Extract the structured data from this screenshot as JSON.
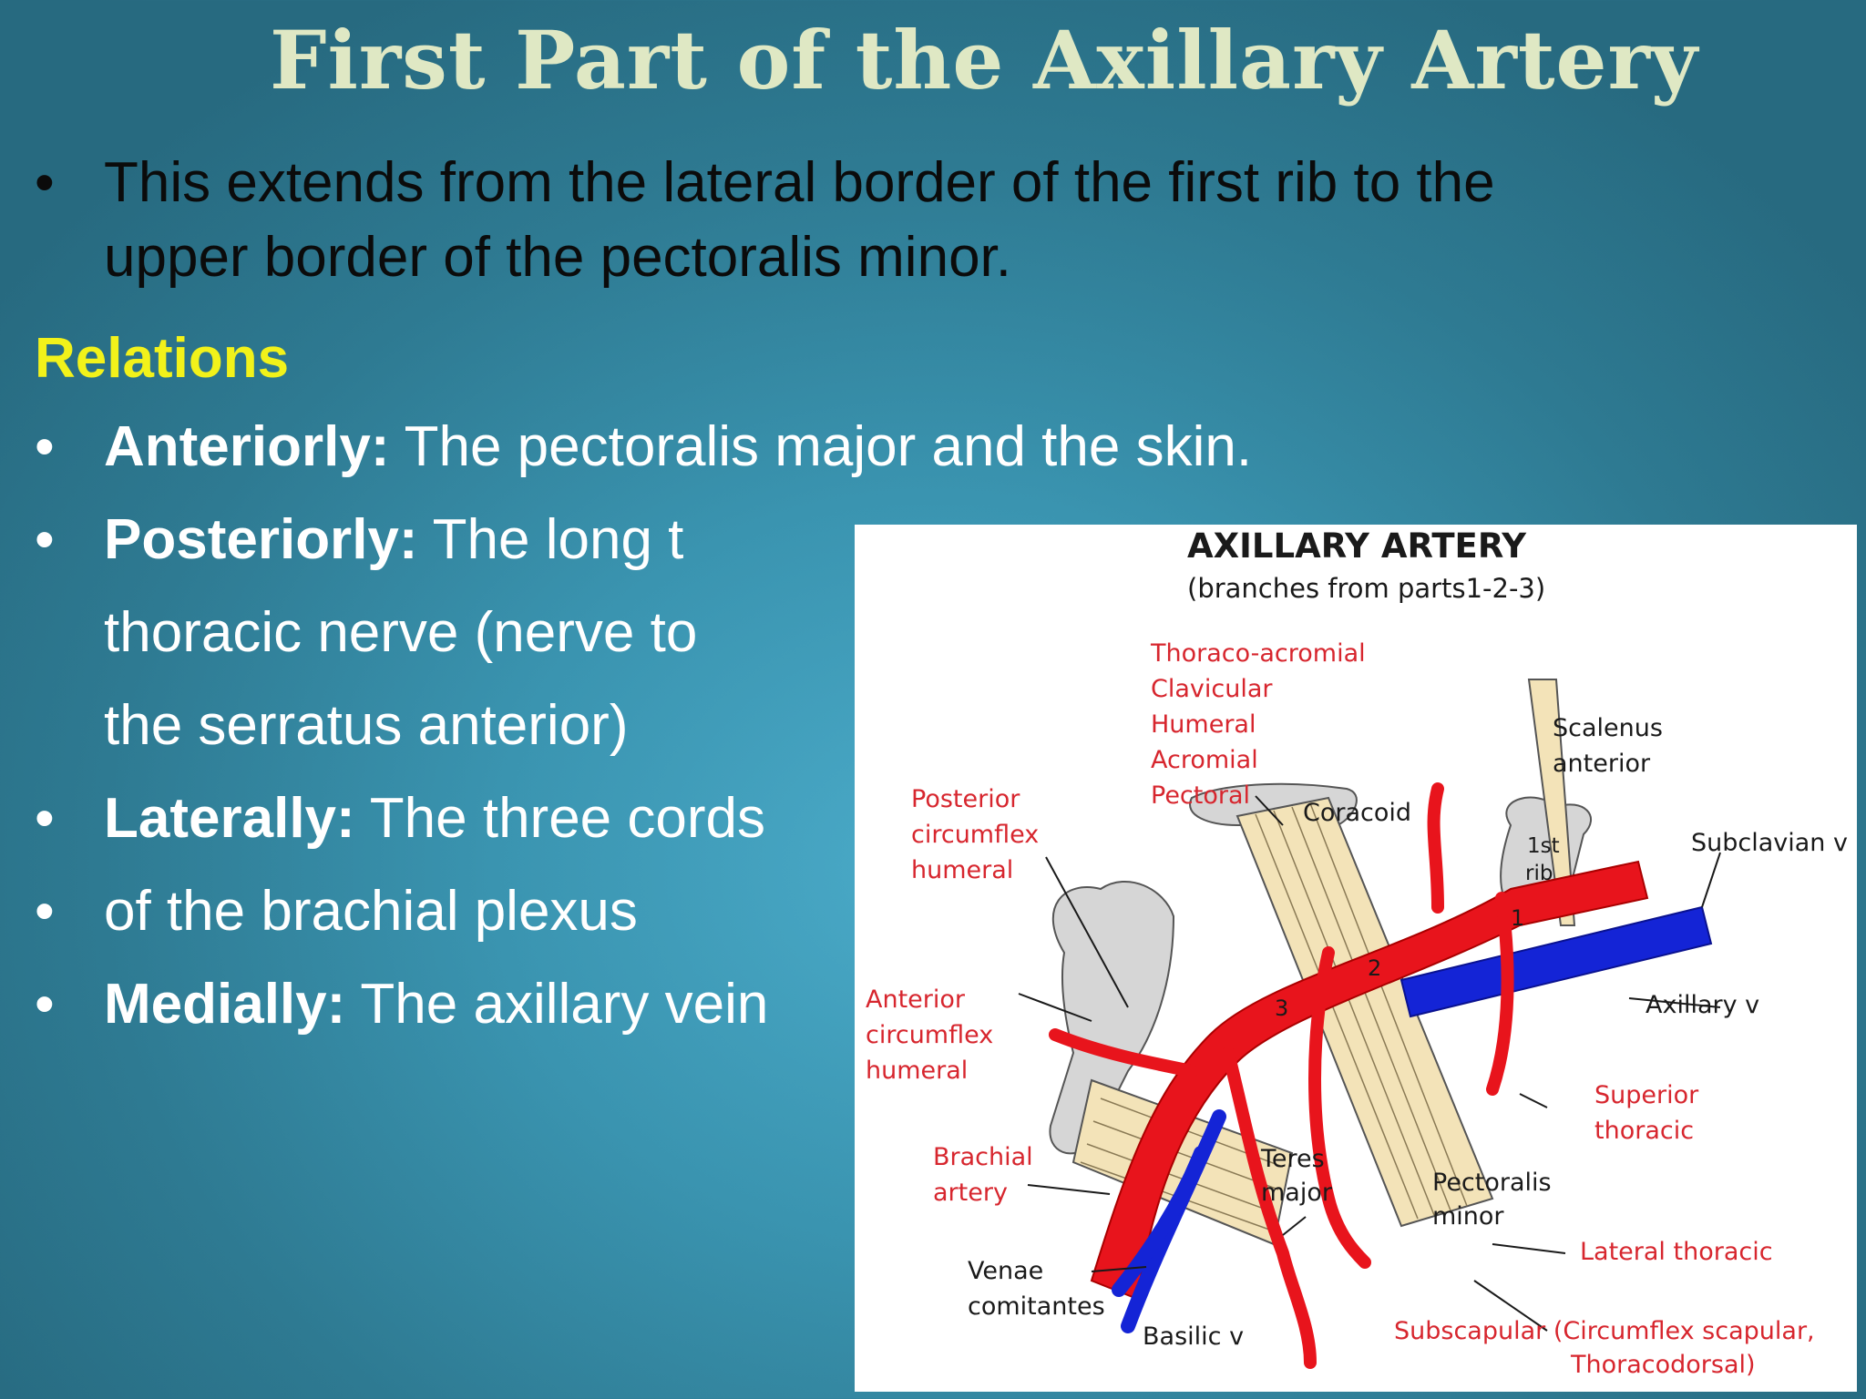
{
  "title": "First Part of the Axillary Artery",
  "intro": {
    "line1": "This extends from the lateral border of the first rib  to the",
    "line2": "upper border of the pectoralis minor."
  },
  "relations_heading": "Relations",
  "relations": [
    {
      "label": "Anteriorly:",
      "text": " The pectoralis major and the skin."
    },
    {
      "label": "Posteriorly:",
      "text": " The long t",
      "cont1": "thoracic nerve (nerve to",
      "cont2": "the  serratus anterior)"
    },
    {
      "label": "Laterally:",
      "text": " The three cords"
    },
    {
      "label": "",
      "text": "of the brachial plexus"
    },
    {
      "label": "Medially:",
      "text": " The axillary vein"
    }
  ],
  "bullet_char": "•",
  "diagram": {
    "title": "AXILLARY ARTERY",
    "subtitle": "(branches from parts1-2-3)",
    "labels": {
      "thoraco1": "Thoraco-acromial",
      "thoraco2": "Clavicular",
      "thoraco3": "Humeral",
      "thoraco4": "Acromial",
      "thoraco5": "Pectoral",
      "scalenus1": "Scalenus",
      "scalenus2": "anterior",
      "subclavian": "Subclavian v",
      "postcirc1": "Posterior",
      "postcirc2": "circumflex",
      "postcirc3": "humeral",
      "coracoid": "Coracoid",
      "rib1": "1st",
      "rib2": "rib",
      "part1": "1",
      "part2": "2",
      "part3": "3",
      "axillaryv": "Axillary v",
      "antcirc1": "Anterior",
      "antcirc2": "circumflex",
      "antcirc3": "humeral",
      "supthor1": "Superior",
      "supthor2": "thoracic",
      "brachial1": "Brachial",
      "brachial2": "artery",
      "teres1": "Teres",
      "teres2": "major",
      "pecmin1": "Pectoralis",
      "pecmin2": "minor",
      "latthor": "Lateral thoracic",
      "venae1": "Venae",
      "venae2": "comitantes",
      "basilic": "Basilic v",
      "subscap1": "Subscapular (Circumflex scapular,",
      "subscap2": "Thoracodorsal)"
    },
    "colors": {
      "artery": "#e8141c",
      "vein": "#1424d6",
      "muscle": "#f3e3b8",
      "bone": "#d6d6d6",
      "label_red": "#d7262e"
    }
  }
}
